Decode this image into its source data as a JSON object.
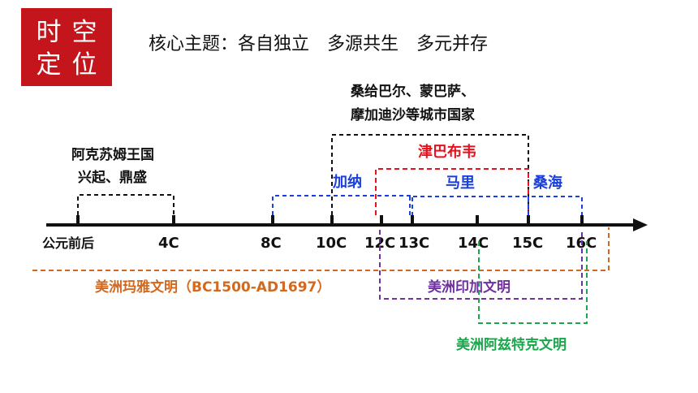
{
  "badge": {
    "chars": [
      "时",
      "空",
      "定",
      "位"
    ]
  },
  "theme": "核心主题：各自独立　多源共生　多元并存",
  "timeline": {
    "ticks": [
      "公元前后",
      "4C",
      "8C",
      "10C",
      "12C",
      "13C",
      "14C",
      "15C",
      "16C"
    ]
  },
  "groups": {
    "swahili": [
      "桑给巴尔、蒙巴萨、",
      "摩加迪沙等城市国家"
    ],
    "aksum": [
      "阿克苏姆王国",
      "兴起、鼎盛"
    ],
    "zimbabwe": "津巴布韦",
    "ghana": "加纳",
    "mali": "马里",
    "songhai": "桑海",
    "maya": "美洲玛雅文明（BC1500-AD1697）",
    "inca": "美洲印加文明",
    "aztec": "美洲阿兹特克文明"
  },
  "colors": {
    "badge": "#c4151c",
    "black": "#111111",
    "red": "#e8101c",
    "blue": "#1a3fe0",
    "orange": "#d2691e",
    "purple": "#7030a0",
    "green": "#1aa64a"
  }
}
